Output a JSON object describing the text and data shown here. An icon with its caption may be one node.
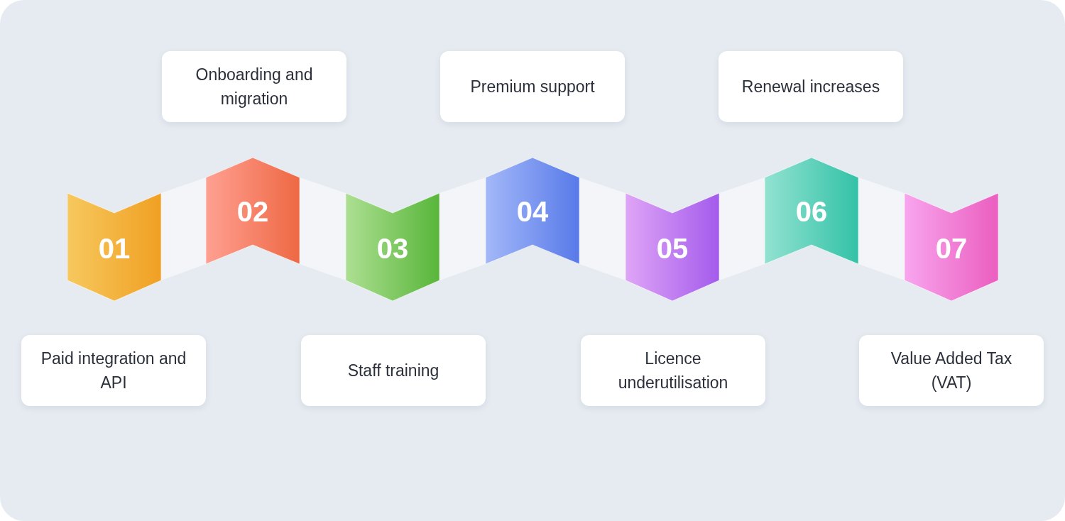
{
  "diagram": {
    "nodes": [
      {
        "text": [
          "01"
        ]
      },
      {
        "text": [
          "Paid integration and API"
        ]
      },
      {
        "text": [
          "02"
        ]
      },
      {
        "text": [
          "Onboarding and migration"
        ]
      },
      {
        "text": [
          "03"
        ]
      },
      {
        "text": [
          "Staff training"
        ]
      },
      {
        "text": [
          "04"
        ]
      },
      {
        "text": [
          "Premium support"
        ]
      },
      {
        "text": [
          "05"
        ]
      },
      {
        "text": [
          "Licence underutilisation"
        ]
      },
      {
        "text": [
          "06"
        ]
      },
      {
        "text": [
          "Renewal increases"
        ]
      },
      {
        "text": [
          "07"
        ]
      },
      {
        "text": [
          "Value Added Tax (VAT)"
        ]
      }
    ],
    "edges": [
      {
        "from": 0,
        "to": 2,
        "arrow": "none",
        "style": "thick"
      },
      {
        "from": 2,
        "to": 4,
        "arrow": "none",
        "style": "thick"
      },
      {
        "from": 4,
        "to": 6,
        "arrow": "none",
        "style": "thick"
      },
      {
        "from": 6,
        "to": 8,
        "arrow": "none",
        "style": "thick"
      },
      {
        "from": 8,
        "to": 10,
        "arrow": "none",
        "style": "thick"
      },
      {
        "from": 10,
        "to": 12,
        "arrow": "none",
        "style": "thick"
      }
    ]
  }
}
